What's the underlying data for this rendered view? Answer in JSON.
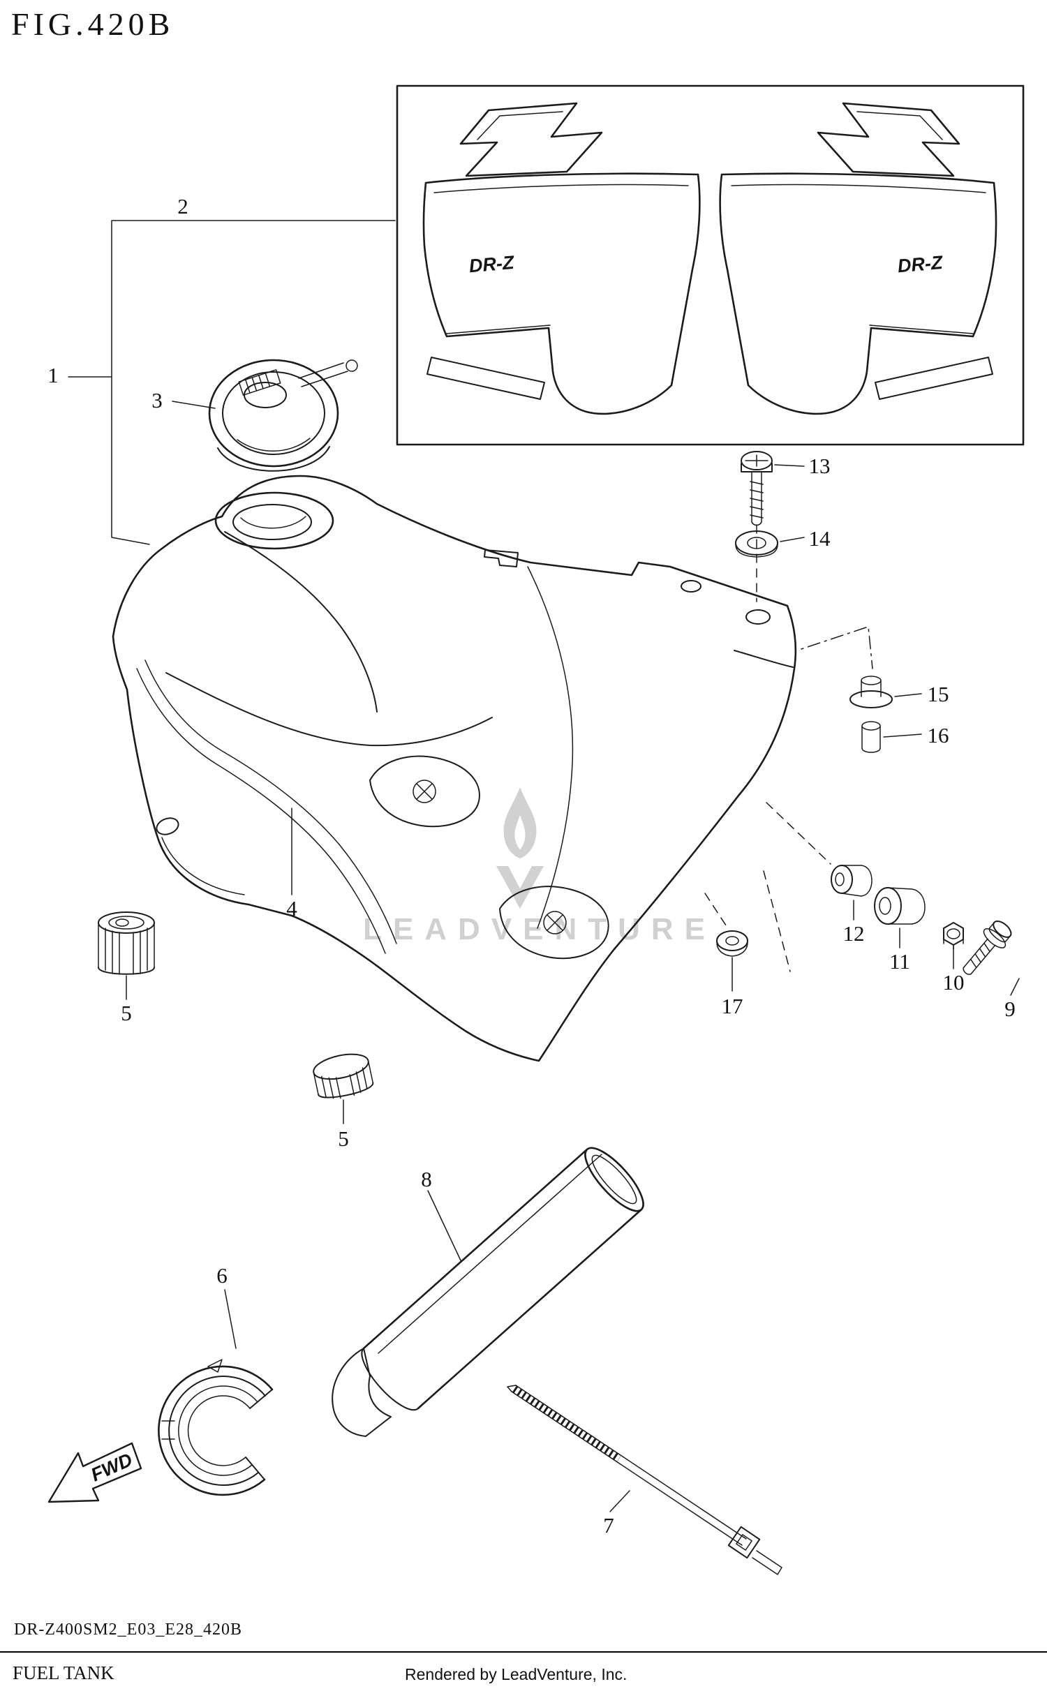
{
  "title": "FIG.420B",
  "watermark": {
    "text": "LEADVENTURE"
  },
  "fwd": {
    "label": "FWD"
  },
  "decals": {
    "left_logo": "DR-Z",
    "right_logo": "DR-Z"
  },
  "callouts": [
    {
      "label": "1"
    },
    {
      "label": "2"
    },
    {
      "label": "3"
    },
    {
      "label": "4"
    },
    {
      "label": "5"
    },
    {
      "label": "5"
    },
    {
      "label": "6"
    },
    {
      "label": "7"
    },
    {
      "label": "8"
    },
    {
      "label": "9"
    },
    {
      "label": "10"
    },
    {
      "label": "11"
    },
    {
      "label": "12"
    },
    {
      "label": "13"
    },
    {
      "label": "14"
    },
    {
      "label": "15"
    },
    {
      "label": "16"
    },
    {
      "label": "17"
    }
  ],
  "footer": {
    "diagram_code": "DR-Z400SM2_E03_E28_420B",
    "part_name": "FUEL TANK",
    "rendered_by": "Rendered by LeadVenture, Inc."
  },
  "colors": {
    "line": "#1b1b1b",
    "watermark": "#c8c8c8",
    "background": "#ffffff"
  }
}
